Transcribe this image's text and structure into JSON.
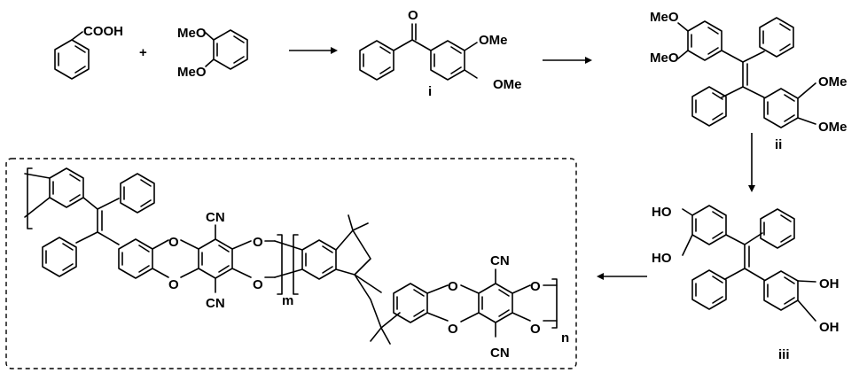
{
  "reactants": {
    "acid_group": "COOH",
    "plus": "+",
    "veratrole_ome_top": "MeO",
    "veratrole_ome_bottom": "MeO"
  },
  "compound_i": {
    "carbonyl_o": "O",
    "ome_top": "OMe",
    "ome_bottom": "OMe",
    "label": "i"
  },
  "compound_ii": {
    "meo_top": "MeO",
    "meo_bottom": "MeO",
    "ome_top": "OMe",
    "ome_bottom": "OMe",
    "label": "ii"
  },
  "compound_iii": {
    "ho_top": "HO",
    "ho_bottom": "HO",
    "oh_top": "OH",
    "oh_bottom": "OH",
    "label": "iii"
  },
  "polymer": {
    "cn_1": "CN",
    "cn_2": "CN",
    "cn_3": "CN",
    "cn_4": "CN",
    "o_labels": [
      "O",
      "O",
      "O",
      "O",
      "O",
      "O",
      "O",
      "O"
    ],
    "sub_m": "m",
    "sub_n": "n"
  }
}
